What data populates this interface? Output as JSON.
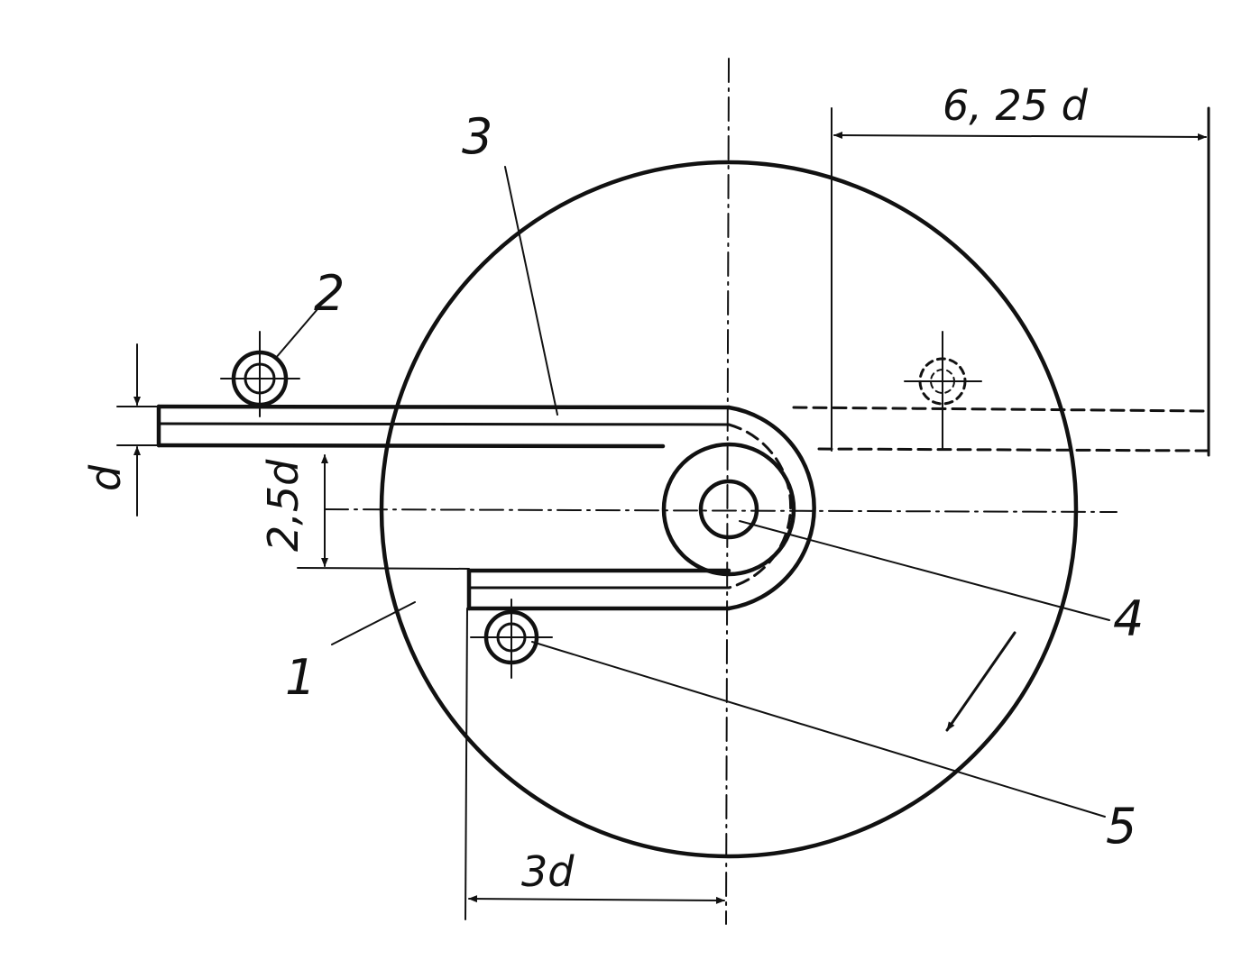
{
  "labels": {
    "part_1": "1",
    "part_2": "2",
    "part_3": "3",
    "part_4": "4",
    "part_5": "5"
  },
  "dimensions": {
    "offset_right": "6, 25 d",
    "slot_width": "d",
    "half_spacing": "2,5d",
    "inner_offset": "3d"
  },
  "colors": {
    "ink": "#111111",
    "paper": "#ffffff"
  }
}
